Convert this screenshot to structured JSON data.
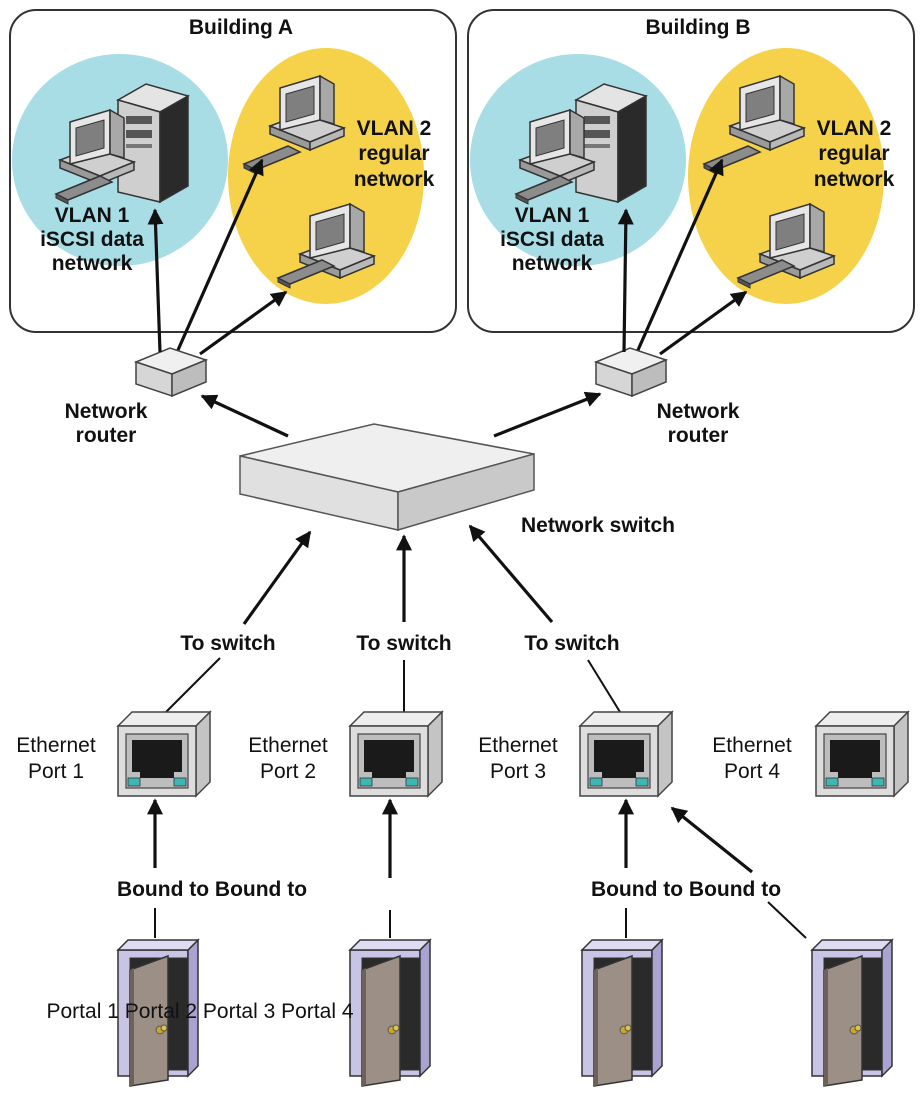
{
  "colors": {
    "vlan1": "#a8dde6",
    "vlan2": "#f6d24a",
    "device_gray": "#d9d9d9",
    "port_accent": "#3fb6b6",
    "door_frame": "#c8c4e6",
    "door": "#9c8f86"
  },
  "buildings": [
    {
      "title": "Building A",
      "vlan1": {
        "line1": "VLAN 1",
        "line2": "iSCSI data",
        "line3": "network"
      },
      "vlan2": {
        "line1": "VLAN 2",
        "line2": "regular",
        "line3": "network"
      }
    },
    {
      "title": "Building B",
      "vlan1": {
        "line1": "VLAN 1",
        "line2": "iSCSI data",
        "line3": "network"
      },
      "vlan2": {
        "line1": "VLAN 2",
        "line2": "regular",
        "line3": "network"
      }
    }
  ],
  "routers": [
    {
      "line1": "Network",
      "line2": "router"
    },
    {
      "line1": "Network",
      "line2": "router"
    }
  ],
  "switch_label": "Network switch",
  "to_switch_labels": [
    "To switch",
    "To switch",
    "To switch"
  ],
  "ports": [
    {
      "line1": "Ethernet",
      "line2": "Port 1"
    },
    {
      "line1": "Ethernet",
      "line2": "Port 2"
    },
    {
      "line1": "Ethernet",
      "line2": "Port 3"
    },
    {
      "line1": "Ethernet",
      "line2": "Port 4"
    }
  ],
  "bound_labels": [
    "Bound to Bound to",
    "Bound to Bound to"
  ],
  "portals_label": "Portal 1 Portal 2 Portal 3 Portal 4",
  "icons": [
    "server-icon",
    "computer-icon",
    "router-icon",
    "switch-icon",
    "ethernet-port-icon",
    "door-icon"
  ]
}
